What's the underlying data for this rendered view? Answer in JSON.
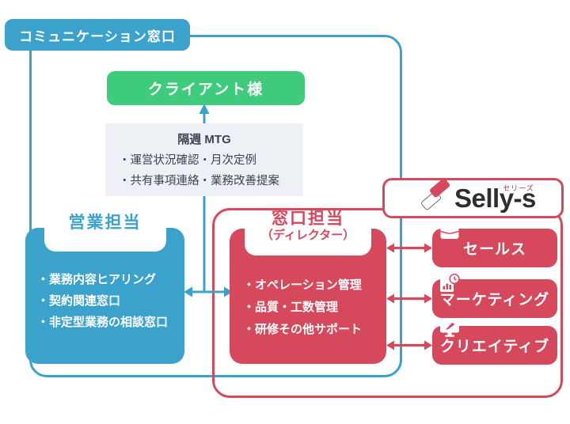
{
  "diagram": {
    "comm_label": "コミュニケーション窓口",
    "client": {
      "label": "クライアント様"
    },
    "mtg": {
      "title": "隔週 MTG",
      "items": [
        "・運営状況確認・月次定例",
        "・共有事項連絡・業務改善提案"
      ]
    },
    "sales": {
      "title": "営業担当",
      "items": [
        "・業務内容ヒアリング",
        "・契約関連窓口",
        "・非定型業務の相談窓口"
      ]
    },
    "director": {
      "title": "窓口担当",
      "subtitle": "（ディレクター）",
      "items": [
        "・オペレーション管理",
        "・品質・工数管理",
        "・研修その他サポート"
      ]
    },
    "logo": {
      "brand": "Selly-s",
      "ruby": "セリーズ"
    },
    "teams": [
      {
        "label": "セールス",
        "icon": "briefcase-icon"
      },
      {
        "label": "マーケティング",
        "icon": "report-clock-icon"
      },
      {
        "label": "クリエイティブ",
        "icon": "monitor-pen-icon"
      }
    ],
    "colors": {
      "blue": "#3aa2cb",
      "green": "#3ecb7b",
      "red": "#d6495c",
      "panel_gray": "#edf0f4",
      "text_dark": "#3b4450",
      "logo_text": "#2d2d33"
    }
  }
}
